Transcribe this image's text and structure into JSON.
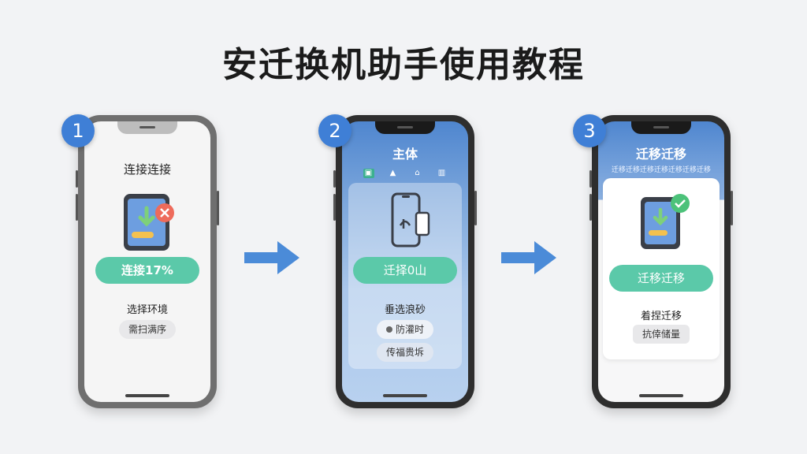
{
  "page": {
    "title": "安迁换机助手使用教程"
  },
  "colors": {
    "accent_blue": "#3f7fd6",
    "accent_green": "#5bc9a9",
    "arrow_blue": "#4b8bd8"
  },
  "steps": [
    {
      "number": "1",
      "screen_title": "连接连接",
      "progress_button": "连接17%",
      "option_label": "选择环境",
      "chip_label": "需扫满序"
    },
    {
      "number": "2",
      "screen_title": "主体",
      "tabs": [
        "image-icon",
        "home-icon",
        "house-icon",
        "bars-icon"
      ],
      "action_button": "迁择0山",
      "option_label": "垂选浪砂",
      "chip_label": "防灌时",
      "chip2_label": "传福贵坼"
    },
    {
      "number": "3",
      "screen_title": "迁移迁移",
      "subtitle": "迁移迁移迁移迁移迁移迁移迁移",
      "action_button": "迁移迁移",
      "option_label": "着捏迁移",
      "chip_label": "抗倖储量"
    }
  ]
}
